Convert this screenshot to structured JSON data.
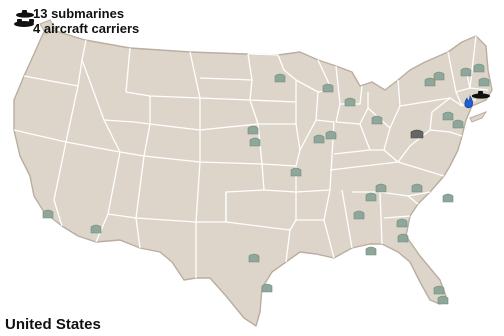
{
  "legend": {
    "submarines": "13 submarines",
    "aircraft_carriers": "4 aircraft carriers"
  },
  "country_label": "United States",
  "colors": {
    "land": "#ddd5c9",
    "border": "#ffffff",
    "outline": "#b9ae9f",
    "base_marker": "#8fa79a",
    "special_marker": "#666666",
    "ship_marker": "#111111",
    "fire_marker": "#1f5fd6"
  },
  "icons": {
    "base": "military-base-icon",
    "special": "special-facility-icon",
    "submarine": "submarine-icon",
    "carrier": "aircraft-carrier-icon",
    "fire": "flame-icon"
  }
}
